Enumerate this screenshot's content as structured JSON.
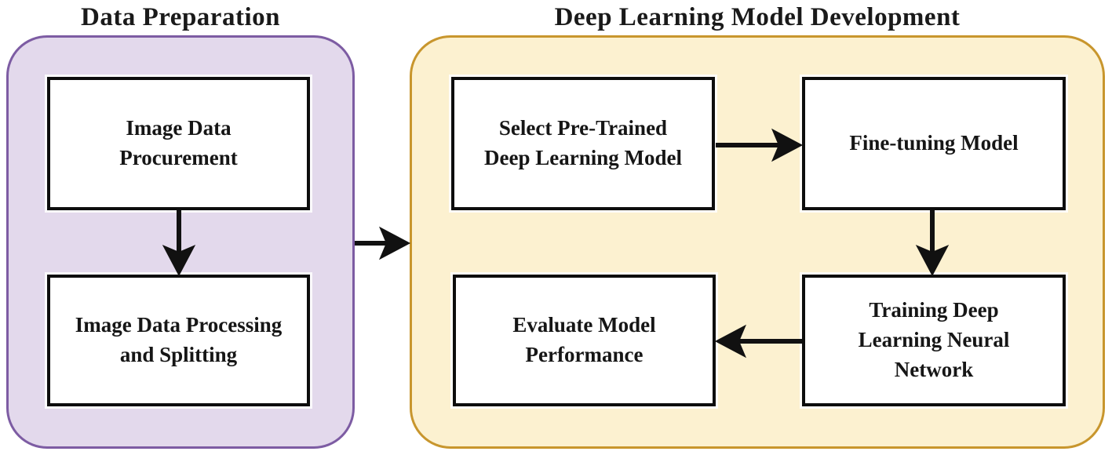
{
  "diagram": {
    "sections": [
      {
        "id": "data-preparation",
        "title": "Data Preparation",
        "fill_color": "#e3d9ec",
        "border_color": "#7d5ca3",
        "boxes": [
          {
            "id": "image-data-procurement",
            "label": "Image Data\nProcurement"
          },
          {
            "id": "image-data-processing-and-splitting",
            "label": "Image Data Processing\nand Splitting"
          }
        ]
      },
      {
        "id": "deep-learning-model-development",
        "title": "Deep Learning Model Development",
        "fill_color": "#fcf1d0",
        "border_color": "#c8962d",
        "boxes": [
          {
            "id": "select-pre-trained-deep-learning-model",
            "label": "Select Pre-Trained\nDeep Learning Model"
          },
          {
            "id": "fine-tuning-model",
            "label": "Fine-tuning Model"
          },
          {
            "id": "training-deep-learning-neural-network",
            "label": "Training Deep\nLearning Neural\nNetwork"
          },
          {
            "id": "evaluate-model-performance",
            "label": "Evaluate Model\nPerformance"
          }
        ]
      }
    ],
    "arrows": [
      {
        "from": "image-data-procurement",
        "to": "image-data-processing-and-splitting",
        "direction": "down"
      },
      {
        "from": "data-preparation",
        "to": "deep-learning-model-development",
        "direction": "right"
      },
      {
        "from": "select-pre-trained-deep-learning-model",
        "to": "fine-tuning-model",
        "direction": "right"
      },
      {
        "from": "fine-tuning-model",
        "to": "training-deep-learning-neural-network",
        "direction": "down"
      },
      {
        "from": "training-deep-learning-neural-network",
        "to": "evaluate-model-performance",
        "direction": "left"
      }
    ],
    "arrow_color": "#111111"
  }
}
